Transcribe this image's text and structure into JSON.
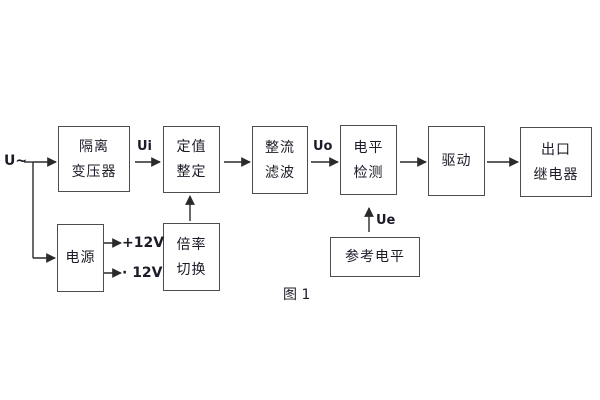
{
  "figure": {
    "caption": "图 1"
  },
  "diagram": {
    "input_label": "U~",
    "signals": {
      "ui": "Ui",
      "uo": "Uo",
      "ue": "Ue",
      "plus12": "+12V",
      "minus12": "· 12V"
    },
    "blocks": {
      "transformer": {
        "line1": "隔离",
        "line2": "变压器"
      },
      "setpoint": {
        "line1": "定值",
        "line2": "整定"
      },
      "rectifier": {
        "line1": "整流",
        "line2": "滤波"
      },
      "level": {
        "line1": "电平",
        "line2": "检测"
      },
      "drive": {
        "line1": "驱动"
      },
      "relay": {
        "line1": "出口",
        "line2": "继电器"
      },
      "power": {
        "line1": "电源"
      },
      "ratio": {
        "line1": "倍率",
        "line2": "切换"
      },
      "reference": {
        "line1": "参考电平"
      }
    },
    "colors": {
      "background": "#ffffff",
      "box_border": "#4d4d4d",
      "connector": "#2a2a2a",
      "text": "#1c1c28"
    }
  }
}
